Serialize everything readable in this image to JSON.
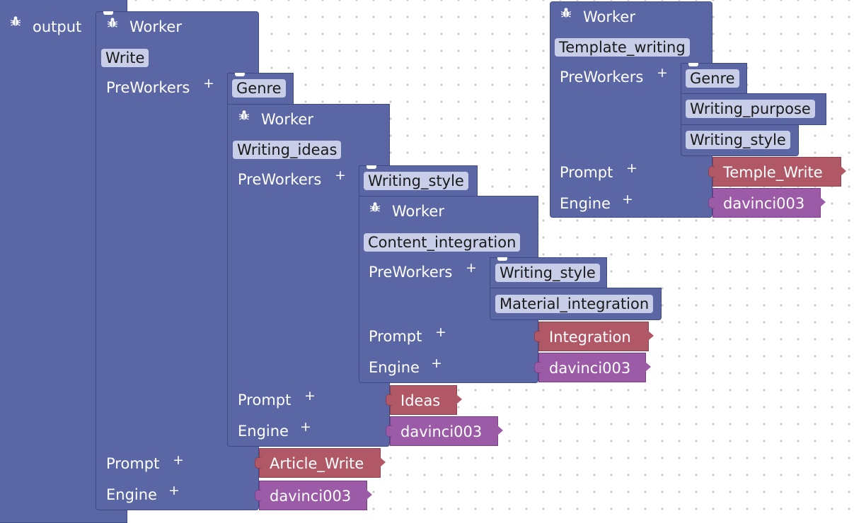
{
  "workspace": {
    "output_block": {
      "label": "output",
      "icon": "bug-icon"
    },
    "worker_main": {
      "title": "Worker",
      "name": "Write",
      "preworkers_label": "PreWorkers",
      "prompt_label": "Prompt",
      "engine_label": "Engine",
      "prompt_value": "Article_Write",
      "engine_value": "davinci003"
    },
    "genre_ref_1": "Genre",
    "worker_ideas": {
      "title": "Worker",
      "name": "Writing_ideas",
      "preworkers_label": "PreWorkers",
      "prompt_label": "Prompt",
      "engine_label": "Engine",
      "prompt_value": "Ideas",
      "engine_value": "davinci003"
    },
    "style_ref_1": "Writing_style",
    "worker_integration": {
      "title": "Worker",
      "name": "Content_integration",
      "preworkers_label": "PreWorkers",
      "prompt_label": "Prompt",
      "engine_label": "Engine",
      "prompt_value": "Integration",
      "engine_value": "davinci003",
      "pre": [
        "Writing_style",
        "Material_integration"
      ]
    },
    "worker_template": {
      "title": "Worker",
      "name": "Template_writing",
      "preworkers_label": "PreWorkers",
      "prompt_label": "Prompt",
      "engine_label": "Engine",
      "prompt_value": "Temple_Write",
      "engine_value": "davinci003",
      "pre": [
        "Genre",
        "Writing_purpose",
        "Writing_style"
      ]
    },
    "plus_symbol": "+"
  },
  "colors": {
    "block": "#5b67a5",
    "prompt": "#b15867",
    "engine": "#9b5ba7",
    "field": "#c9cee8"
  }
}
